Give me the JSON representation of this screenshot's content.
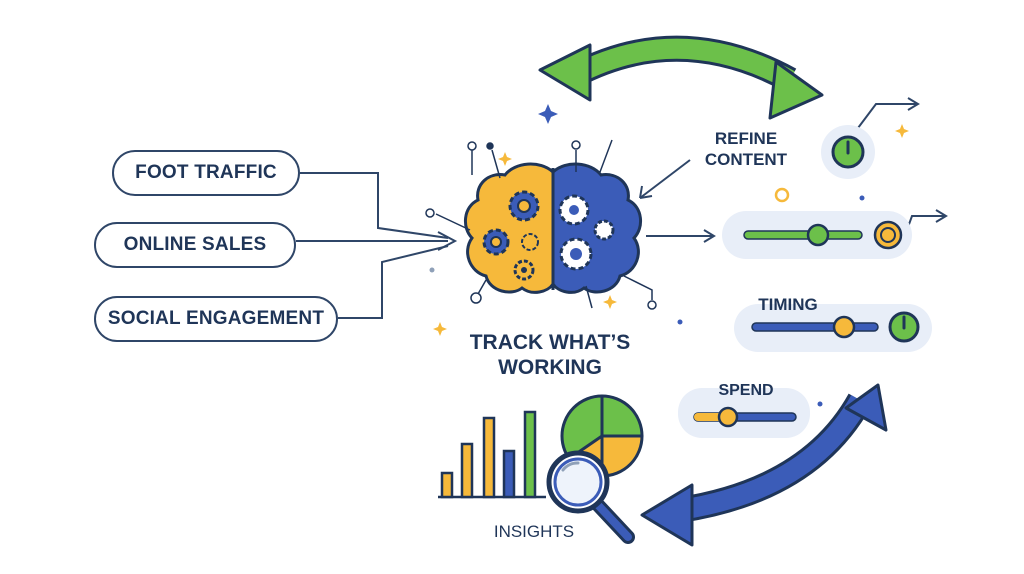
{
  "inputs": {
    "foot_traffic": "FOOT TRAFFIC",
    "online_sales": "ONLINE SALES",
    "social_engagement": "SOCIAL ENGAGEMENT"
  },
  "center": {
    "title_line1": "TRACK WHAT’S",
    "title_line2": "WORKING"
  },
  "controls": {
    "refine_line1": "REFINE",
    "refine_line2": "CONTENT",
    "timing": "TIMING",
    "spend": "SPEND"
  },
  "insights": {
    "label": "INSIGHTS"
  },
  "colors": {
    "navy": "#1f3558",
    "blue": "#3b5cb8",
    "green": "#6cc04a",
    "yellow": "#f6b93b",
    "panel": "#e8eef8"
  },
  "icons": [
    "brain-icon",
    "gear-icon",
    "power-icon",
    "magnifier-icon",
    "pie-chart-icon",
    "bar-chart-icon",
    "sparkle-icon"
  ]
}
